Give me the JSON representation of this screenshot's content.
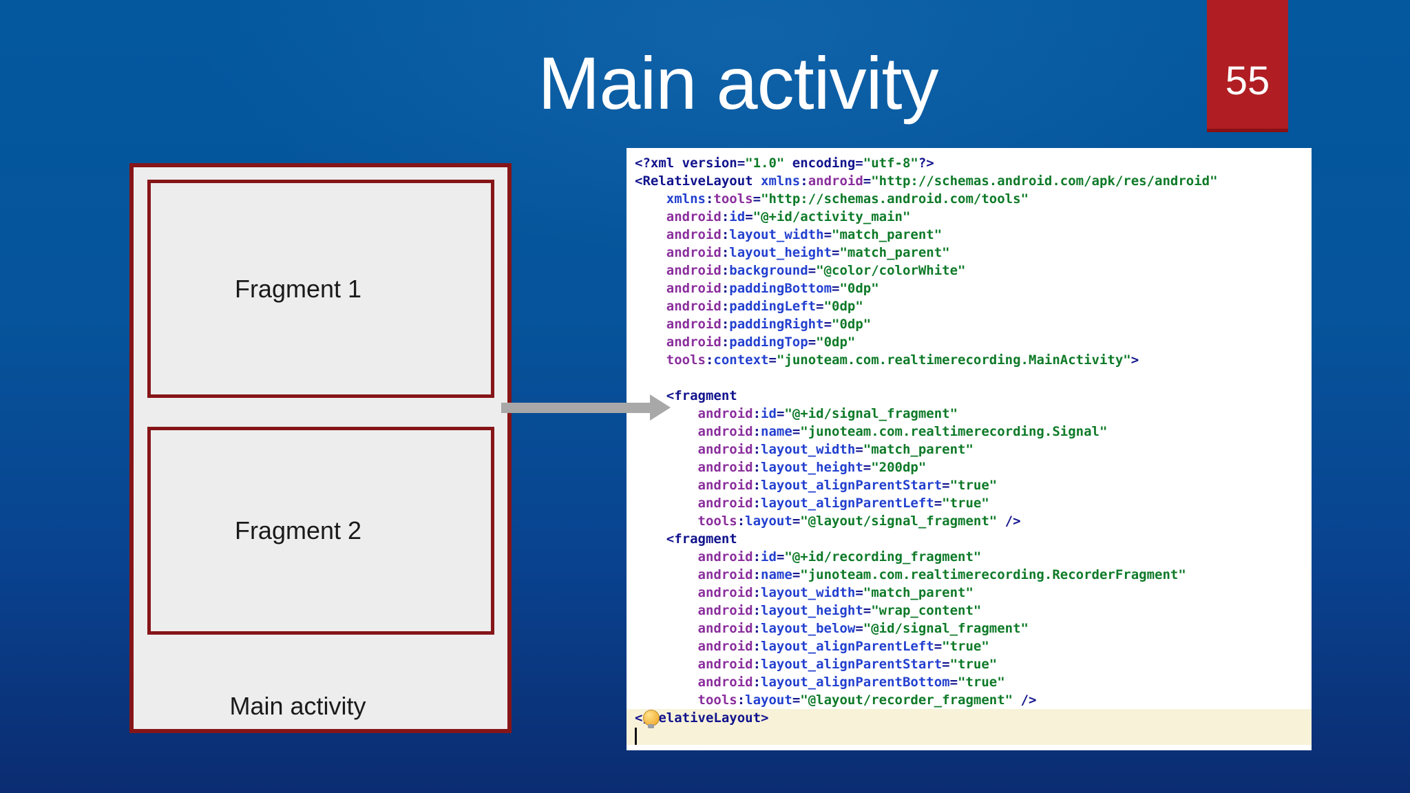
{
  "slide": {
    "title": "Main activity",
    "slide_number": "55"
  },
  "diagram": {
    "fragment1_label": "Fragment 1",
    "fragment2_label": "Fragment 2",
    "container_label": "Main activity"
  },
  "icons": {
    "arrow": "arrow-right-icon",
    "bulb": "lightbulb-icon",
    "caret": "text-cursor-icon"
  },
  "colors": {
    "background_top": "#03589E",
    "background_bottom": "#0B2C71",
    "maroon": "#861518",
    "box_fill": "#EDEDED",
    "badge_red": "#B01E23",
    "badge_red_dark": "#871114",
    "arrow_gray": "#A8A8A8",
    "cream": "#F8F2D9",
    "bulb_yellow": "#F3B33C",
    "code_tag": "#10128C",
    "code_attr": "#2340CF",
    "code_ns": "#8A2E9C",
    "code_str": "#0E7A28"
  },
  "code": {
    "highlight_from": 31,
    "lines": [
      [
        [
          "tag",
          "<?xml version="
        ],
        [
          "str",
          "\"1.0\""
        ],
        [
          "tag",
          " encoding="
        ],
        [
          "str",
          "\"utf-8\""
        ],
        [
          "tag",
          "?>"
        ]
      ],
      [
        [
          "tag",
          "<RelativeLayout "
        ],
        [
          "attr",
          "xmlns"
        ],
        [
          "tag",
          ":"
        ],
        [
          "ns",
          "android"
        ],
        [
          "tag",
          "="
        ],
        [
          "str",
          "\"http://schemas.android.com/apk/res/android\""
        ]
      ],
      [
        [
          "pl",
          "    "
        ],
        [
          "attr",
          "xmlns"
        ],
        [
          "tag",
          ":"
        ],
        [
          "ns",
          "tools"
        ],
        [
          "tag",
          "="
        ],
        [
          "str",
          "\"http://schemas.android.com/tools\""
        ]
      ],
      [
        [
          "pl",
          "    "
        ],
        [
          "ns",
          "android"
        ],
        [
          "tag",
          ":"
        ],
        [
          "attr",
          "id"
        ],
        [
          "tag",
          "="
        ],
        [
          "str",
          "\"@+id/activity_main\""
        ]
      ],
      [
        [
          "pl",
          "    "
        ],
        [
          "ns",
          "android"
        ],
        [
          "tag",
          ":"
        ],
        [
          "attr",
          "layout_width"
        ],
        [
          "tag",
          "="
        ],
        [
          "str",
          "\"match_parent\""
        ]
      ],
      [
        [
          "pl",
          "    "
        ],
        [
          "ns",
          "android"
        ],
        [
          "tag",
          ":"
        ],
        [
          "attr",
          "layout_height"
        ],
        [
          "tag",
          "="
        ],
        [
          "str",
          "\"match_parent\""
        ]
      ],
      [
        [
          "pl",
          "    "
        ],
        [
          "ns",
          "android"
        ],
        [
          "tag",
          ":"
        ],
        [
          "attr",
          "background"
        ],
        [
          "tag",
          "="
        ],
        [
          "str",
          "\"@color/colorWhite\""
        ]
      ],
      [
        [
          "pl",
          "    "
        ],
        [
          "ns",
          "android"
        ],
        [
          "tag",
          ":"
        ],
        [
          "attr",
          "paddingBottom"
        ],
        [
          "tag",
          "="
        ],
        [
          "str",
          "\"0dp\""
        ]
      ],
      [
        [
          "pl",
          "    "
        ],
        [
          "ns",
          "android"
        ],
        [
          "tag",
          ":"
        ],
        [
          "attr",
          "paddingLeft"
        ],
        [
          "tag",
          "="
        ],
        [
          "str",
          "\"0dp\""
        ]
      ],
      [
        [
          "pl",
          "    "
        ],
        [
          "ns",
          "android"
        ],
        [
          "tag",
          ":"
        ],
        [
          "attr",
          "paddingRight"
        ],
        [
          "tag",
          "="
        ],
        [
          "str",
          "\"0dp\""
        ]
      ],
      [
        [
          "pl",
          "    "
        ],
        [
          "ns",
          "android"
        ],
        [
          "tag",
          ":"
        ],
        [
          "attr",
          "paddingTop"
        ],
        [
          "tag",
          "="
        ],
        [
          "str",
          "\"0dp\""
        ]
      ],
      [
        [
          "pl",
          "    "
        ],
        [
          "ns",
          "tools"
        ],
        [
          "tag",
          ":"
        ],
        [
          "attr",
          "context"
        ],
        [
          "tag",
          "="
        ],
        [
          "str",
          "\"junoteam.com.realtimerecording.MainActivity\""
        ],
        [
          "tag",
          ">"
        ]
      ],
      [],
      [
        [
          "pl",
          "    "
        ],
        [
          "tag",
          "<fragment"
        ]
      ],
      [
        [
          "pl",
          "        "
        ],
        [
          "ns",
          "android"
        ],
        [
          "tag",
          ":"
        ],
        [
          "attr",
          "id"
        ],
        [
          "tag",
          "="
        ],
        [
          "str",
          "\"@+id/signal_fragment\""
        ]
      ],
      [
        [
          "pl",
          "        "
        ],
        [
          "ns",
          "android"
        ],
        [
          "tag",
          ":"
        ],
        [
          "attr",
          "name"
        ],
        [
          "tag",
          "="
        ],
        [
          "str",
          "\"junoteam.com.realtimerecording.Signal\""
        ]
      ],
      [
        [
          "pl",
          "        "
        ],
        [
          "ns",
          "android"
        ],
        [
          "tag",
          ":"
        ],
        [
          "attr",
          "layout_width"
        ],
        [
          "tag",
          "="
        ],
        [
          "str",
          "\"match_parent\""
        ]
      ],
      [
        [
          "pl",
          "        "
        ],
        [
          "ns",
          "android"
        ],
        [
          "tag",
          ":"
        ],
        [
          "attr",
          "layout_height"
        ],
        [
          "tag",
          "="
        ],
        [
          "str",
          "\"200dp\""
        ]
      ],
      [
        [
          "pl",
          "        "
        ],
        [
          "ns",
          "android"
        ],
        [
          "tag",
          ":"
        ],
        [
          "attr",
          "layout_alignParentStart"
        ],
        [
          "tag",
          "="
        ],
        [
          "str",
          "\"true\""
        ]
      ],
      [
        [
          "pl",
          "        "
        ],
        [
          "ns",
          "android"
        ],
        [
          "tag",
          ":"
        ],
        [
          "attr",
          "layout_alignParentLeft"
        ],
        [
          "tag",
          "="
        ],
        [
          "str",
          "\"true\""
        ]
      ],
      [
        [
          "pl",
          "        "
        ],
        [
          "ns",
          "tools"
        ],
        [
          "tag",
          ":"
        ],
        [
          "attr",
          "layout"
        ],
        [
          "tag",
          "="
        ],
        [
          "str",
          "\"@layout/signal_fragment\""
        ],
        [
          "tag",
          " />"
        ]
      ],
      [
        [
          "pl",
          "    "
        ],
        [
          "tag",
          "<fragment"
        ]
      ],
      [
        [
          "pl",
          "        "
        ],
        [
          "ns",
          "android"
        ],
        [
          "tag",
          ":"
        ],
        [
          "attr",
          "id"
        ],
        [
          "tag",
          "="
        ],
        [
          "str",
          "\"@+id/recording_fragment\""
        ]
      ],
      [
        [
          "pl",
          "        "
        ],
        [
          "ns",
          "android"
        ],
        [
          "tag",
          ":"
        ],
        [
          "attr",
          "name"
        ],
        [
          "tag",
          "="
        ],
        [
          "str",
          "\"junoteam.com.realtimerecording.RecorderFragment\""
        ]
      ],
      [
        [
          "pl",
          "        "
        ],
        [
          "ns",
          "android"
        ],
        [
          "tag",
          ":"
        ],
        [
          "attr",
          "layout_width"
        ],
        [
          "tag",
          "="
        ],
        [
          "str",
          "\"match_parent\""
        ]
      ],
      [
        [
          "pl",
          "        "
        ],
        [
          "ns",
          "android"
        ],
        [
          "tag",
          ":"
        ],
        [
          "attr",
          "layout_height"
        ],
        [
          "tag",
          "="
        ],
        [
          "str",
          "\"wrap_content\""
        ]
      ],
      [
        [
          "pl",
          "        "
        ],
        [
          "ns",
          "android"
        ],
        [
          "tag",
          ":"
        ],
        [
          "attr",
          "layout_below"
        ],
        [
          "tag",
          "="
        ],
        [
          "str",
          "\"@id/signal_fragment\""
        ]
      ],
      [
        [
          "pl",
          "        "
        ],
        [
          "ns",
          "android"
        ],
        [
          "tag",
          ":"
        ],
        [
          "attr",
          "layout_alignParentLeft"
        ],
        [
          "tag",
          "="
        ],
        [
          "str",
          "\"true\""
        ]
      ],
      [
        [
          "pl",
          "        "
        ],
        [
          "ns",
          "android"
        ],
        [
          "tag",
          ":"
        ],
        [
          "attr",
          "layout_alignParentStart"
        ],
        [
          "tag",
          "="
        ],
        [
          "str",
          "\"true\""
        ]
      ],
      [
        [
          "pl",
          "        "
        ],
        [
          "ns",
          "android"
        ],
        [
          "tag",
          ":"
        ],
        [
          "attr",
          "layout_alignParentBottom"
        ],
        [
          "tag",
          "="
        ],
        [
          "str",
          "\"true\""
        ]
      ],
      [
        [
          "pl",
          "        "
        ],
        [
          "ns",
          "tools"
        ],
        [
          "tag",
          ":"
        ],
        [
          "attr",
          "layout"
        ],
        [
          "tag",
          "="
        ],
        [
          "str",
          "\"@layout/recorder_fragment\""
        ],
        [
          "tag",
          " />"
        ]
      ],
      [
        [
          "tag",
          "</RelativeLayout>"
        ]
      ],
      []
    ]
  }
}
